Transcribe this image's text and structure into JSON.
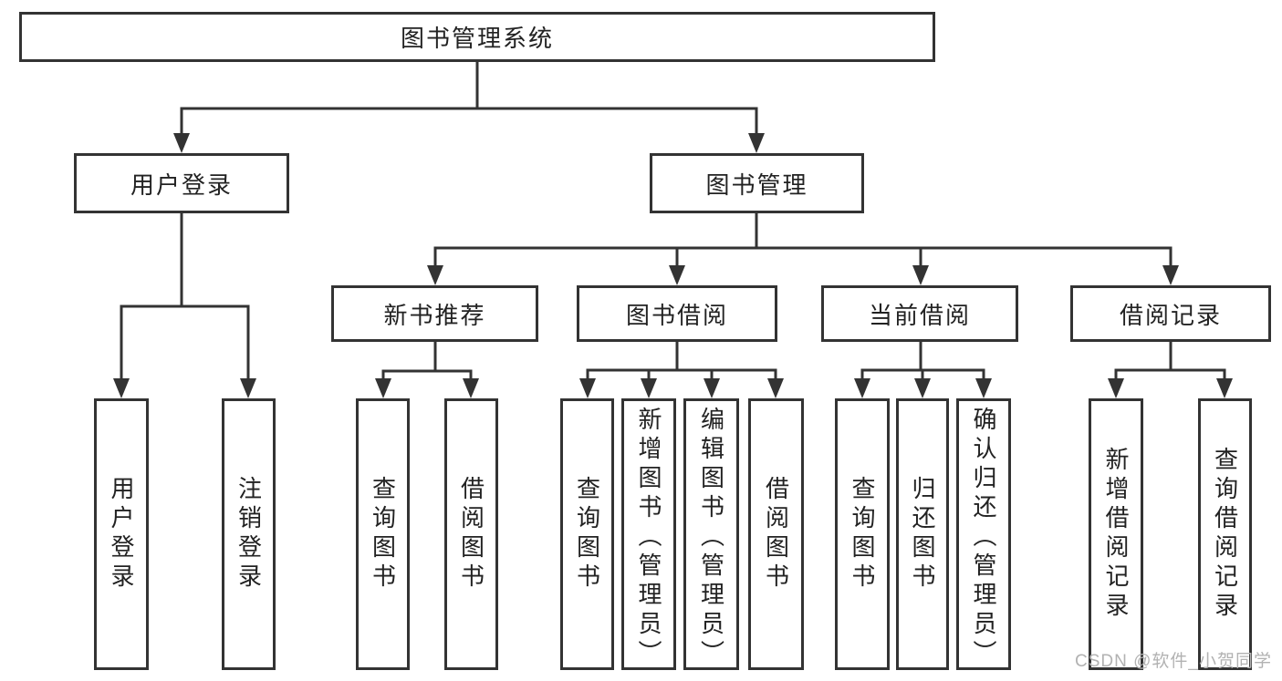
{
  "diagram": {
    "root": "图书管理系统",
    "branches": [
      {
        "label": "用户登录",
        "children": [
          "用户登录",
          "注销登录"
        ]
      },
      {
        "label": "图书管理",
        "children": [
          {
            "label": "新书推荐",
            "children": [
              "查询图书",
              "借阅图书"
            ]
          },
          {
            "label": "图书借阅",
            "children": [
              "查询图书",
              "新增图书（管理员）",
              "编辑图书（管理员）",
              "借阅图书"
            ]
          },
          {
            "label": "当前借阅",
            "children": [
              "查询图书",
              "归还图书",
              "确认归还（管理员）"
            ]
          },
          {
            "label": "借阅记录",
            "children": [
              "新增借阅记录",
              "查询借阅记录"
            ]
          }
        ]
      }
    ]
  },
  "watermark": "CSDN @软件_小贺同学",
  "colors": {
    "line": "#333333",
    "text": "#222222",
    "node_background": "#ffffff",
    "background": "#ffffff",
    "watermark": "#b2b2b2"
  }
}
